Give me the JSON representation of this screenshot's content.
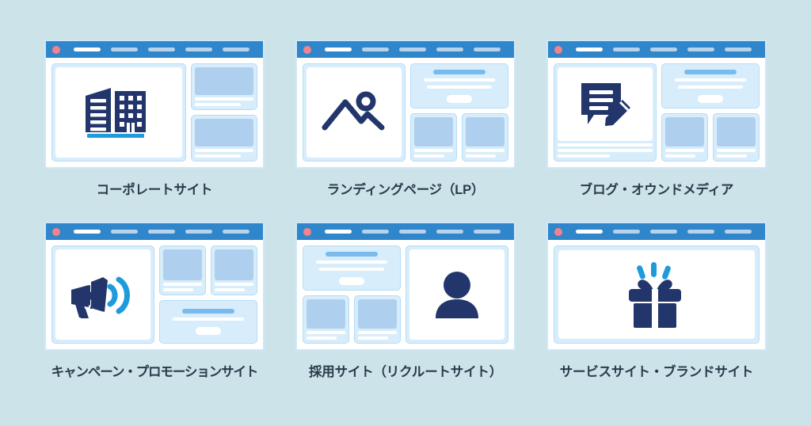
{
  "theme": {
    "background": "#cbe3e9",
    "browser_bar": "#2f86ca",
    "dot": "#f4828c",
    "panel_fill": "#d8edfb",
    "panel_border": "#b5dcf6",
    "thumb": "#aed0ee",
    "icon_navy": "#23366b",
    "icon_cyan": "#1f9bdc",
    "caption_color": "#2b3a4a"
  },
  "browser_chrome": {
    "dot_name": "window-close-dot",
    "tabs": [
      "tab-1",
      "tab-2",
      "tab-3",
      "tab-4",
      "tab-5"
    ],
    "active_tab_index": 0
  },
  "cards": [
    {
      "id": "corporate-site",
      "caption": "コーポレートサイト",
      "icon": "building-icon",
      "layout": "hero-left-two-side-cards"
    },
    {
      "id": "landing-page",
      "caption": "ランディングページ（LP）",
      "icon": "image-mountain-icon",
      "layout": "hero-left-promo-and-two-cards"
    },
    {
      "id": "blog-owned-media",
      "caption": "ブログ・オウンドメディア",
      "icon": "document-pencil-icon",
      "layout": "hero-left-with-lines-promo-and-two-cards"
    },
    {
      "id": "campaign-promotion-site",
      "caption": "キャンペーン・プロモーションサイト",
      "icon": "megaphone-icon",
      "layout": "hero-left-two-cards-top-promo-bottom"
    },
    {
      "id": "recruit-site",
      "caption": "採用サイト（リクルートサイト）",
      "icon": "person-icon",
      "layout": "promo-and-two-cards-left-hero-right"
    },
    {
      "id": "service-brand-site",
      "caption": "サービスサイト・ブランドサイト",
      "icon": "gift-icon",
      "layout": "single-full-width-hero"
    }
  ]
}
